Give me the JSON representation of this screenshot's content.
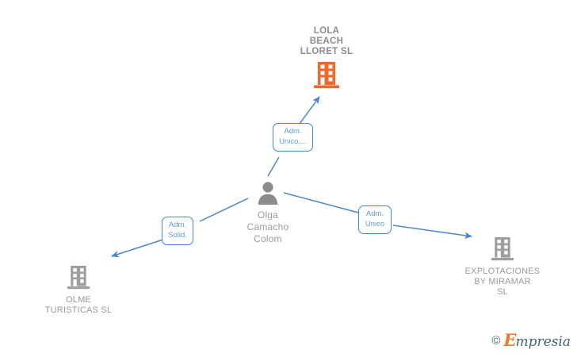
{
  "graph": {
    "type": "relationship-graph",
    "background": "#ffffff",
    "colors": {
      "edge": "#4a86d0",
      "edge_label_border": "#3d86d8",
      "edge_label_text": "#5b9bd5",
      "company_active": "#f4662a",
      "company_inactive": "#9e9e9e",
      "person": "#8c8c8c",
      "caption_text": "#9a9a9a",
      "watermark_accent": "#ee7823",
      "watermark_text": "#3f6470"
    },
    "nodes": [
      {
        "id": "lola-beach-lloret",
        "kind": "company",
        "state": "active",
        "icon": "building-icon",
        "label": "LOLA\nBEACH\nLLORET  SL",
        "caption_position": "top"
      },
      {
        "id": "olga-camacho-colom",
        "kind": "person",
        "state": "neutral",
        "icon": "person-icon",
        "label": "Olga\nCamacho\nColom",
        "caption_position": "bottom"
      },
      {
        "id": "olme-turisticas",
        "kind": "company",
        "state": "inactive",
        "icon": "building-icon",
        "label": "OLME\nTURISTICAS  SL",
        "caption_position": "bottom"
      },
      {
        "id": "explotaciones-by-miramar",
        "kind": "company",
        "state": "inactive",
        "icon": "building-icon",
        "label": "EXPLOTACIONES\nBY MIRAMAR\nSL",
        "caption_position": "bottom"
      }
    ],
    "edges": [
      {
        "id": "edge-to-lola-beach",
        "from": "olga-camacho-colom",
        "to": "lola-beach-lloret",
        "label": "Adm.\nUnico,...",
        "direction": "up-right"
      },
      {
        "id": "edge-to-olme",
        "from": "olga-camacho-colom",
        "to": "olme-turisticas",
        "label": "Adm.\nSolid.",
        "direction": "down-left"
      },
      {
        "id": "edge-to-explotaciones",
        "from": "olga-camacho-colom",
        "to": "explotaciones-by-miramar",
        "label": "Adm.\nUnico",
        "direction": "down-right"
      }
    ]
  },
  "watermark": {
    "copyright": "©",
    "brand_initial": "E",
    "brand_rest": "mpresia"
  }
}
